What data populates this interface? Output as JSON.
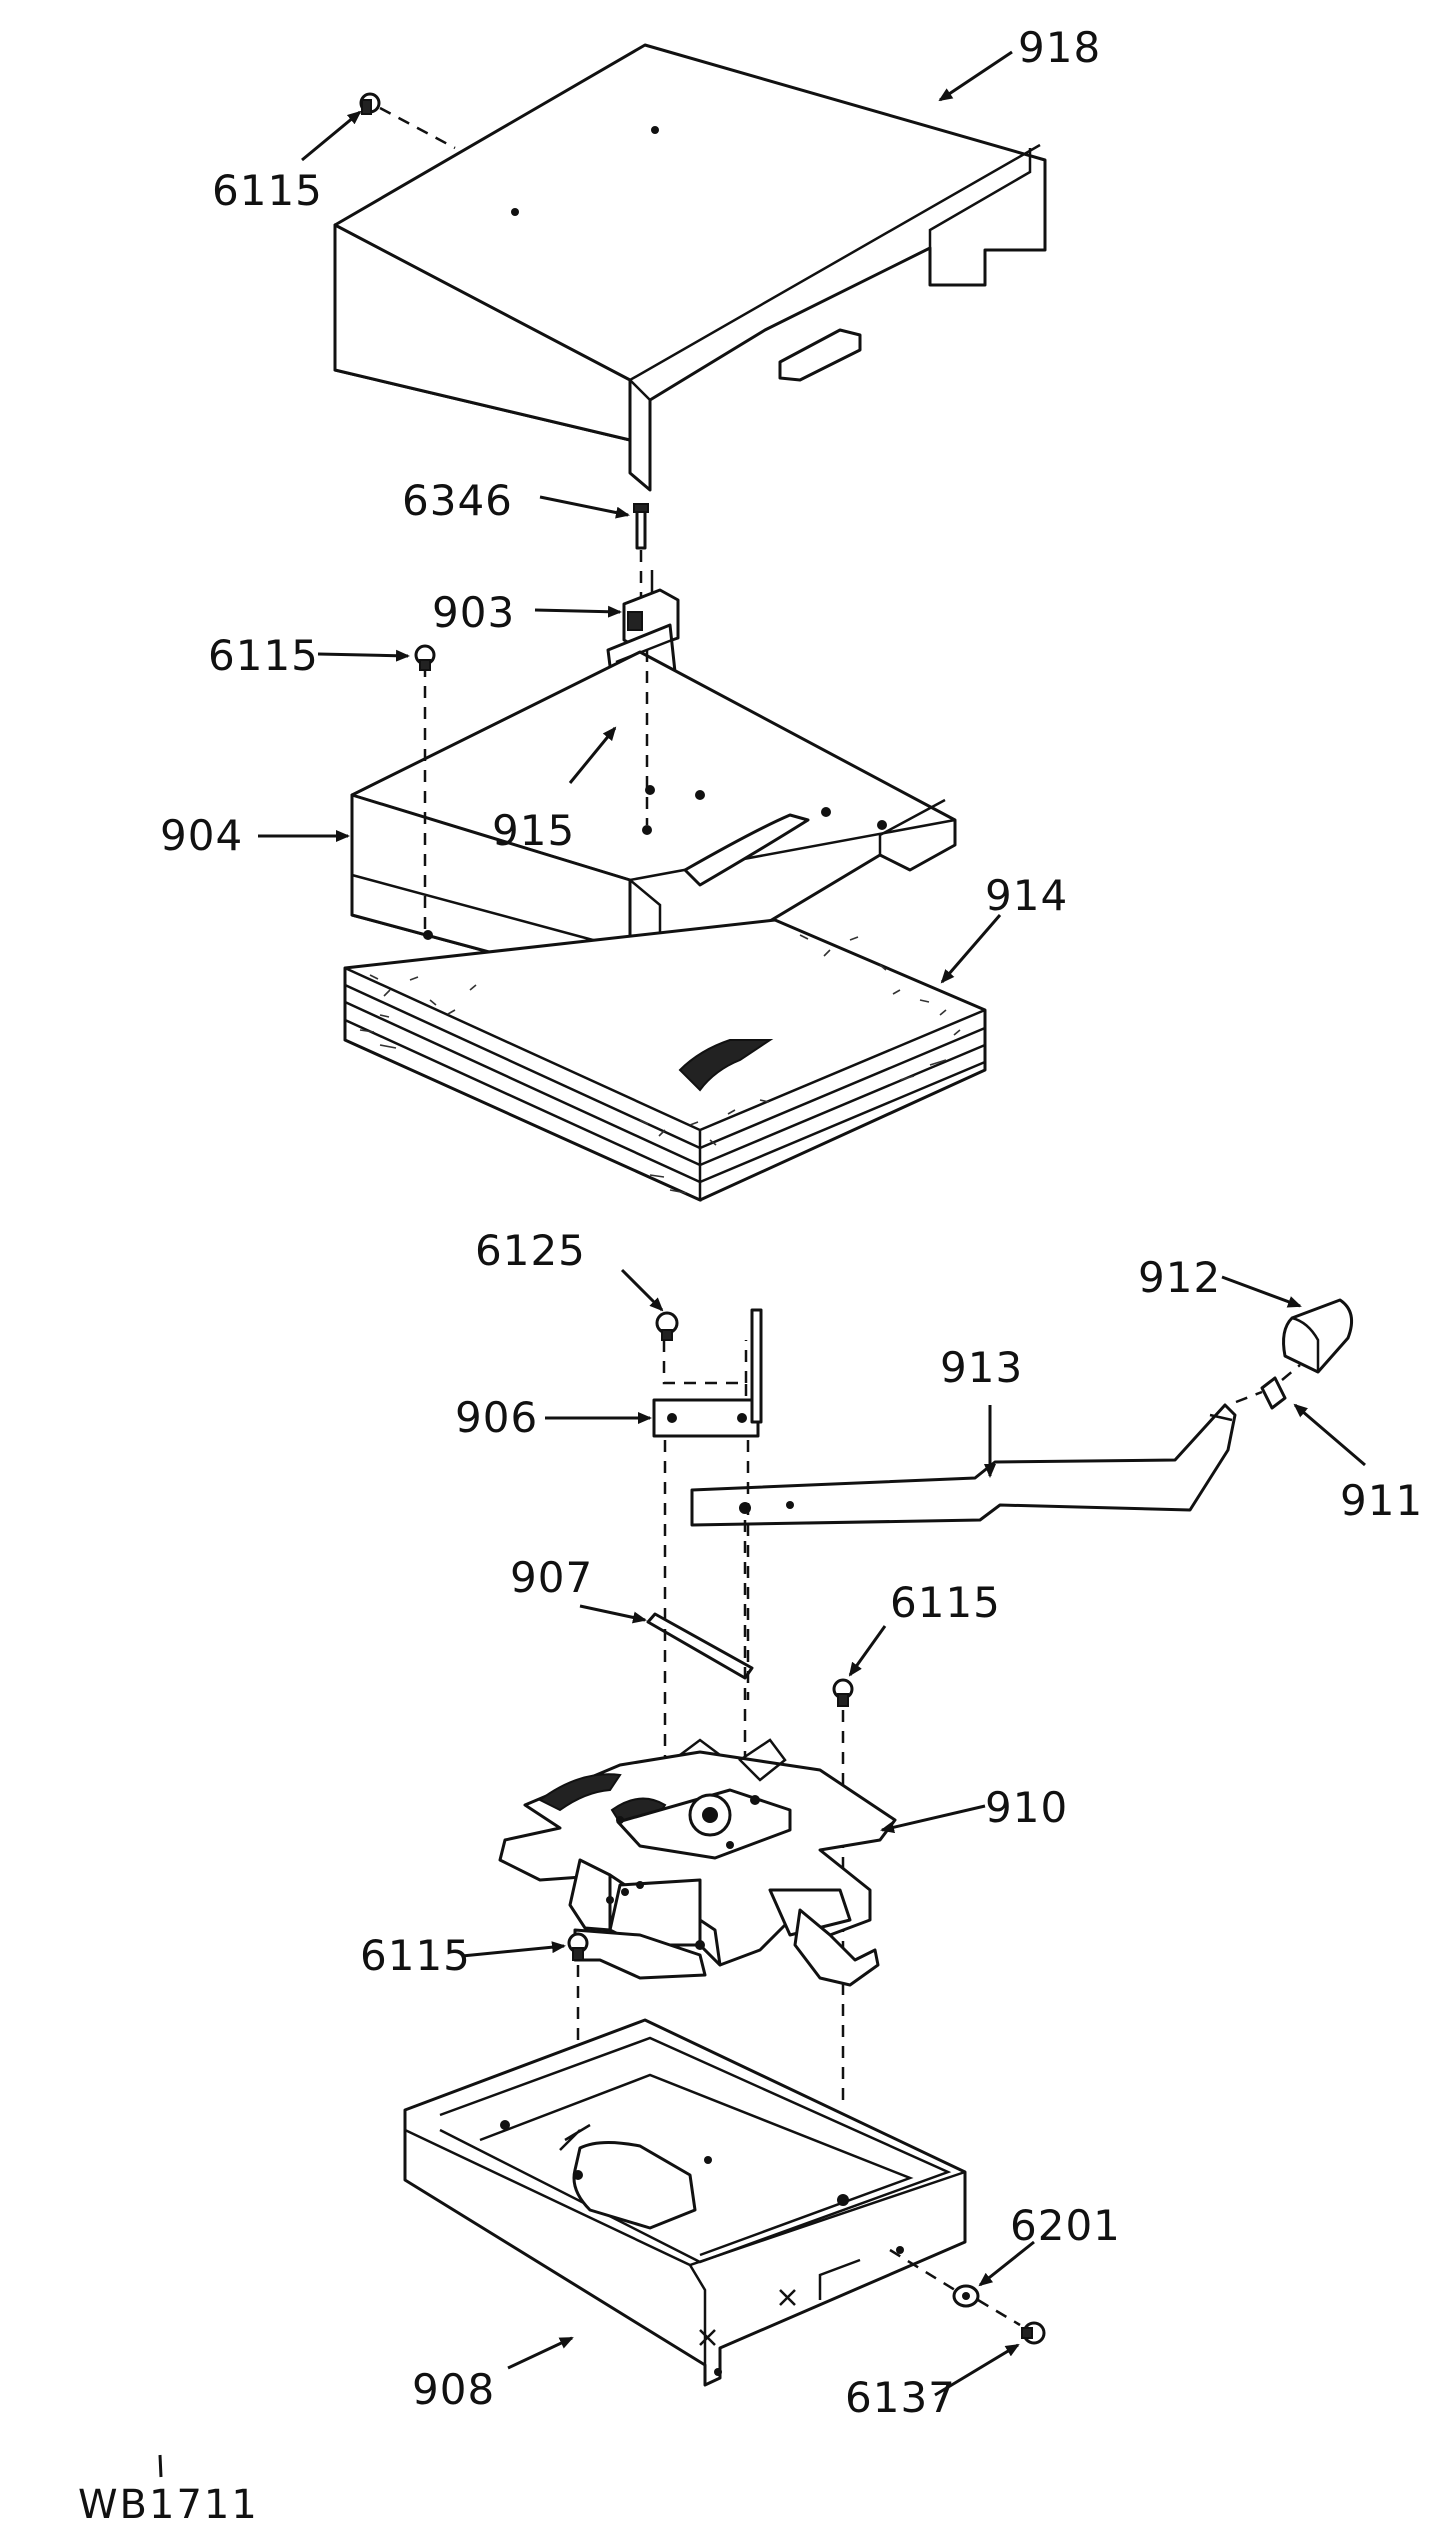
{
  "labels": {
    "l918": "918",
    "l6115_top": "6115",
    "l6346": "6346",
    "l903": "903",
    "l6115_mid": "6115",
    "l904": "904",
    "l915": "915",
    "l914": "914",
    "l6125": "6125",
    "l912": "912",
    "l913": "913",
    "l906": "906",
    "l911": "911",
    "l907": "907",
    "l6115_right": "6115",
    "l910": "910",
    "l6115_low": "6115",
    "l6201": "6201",
    "l908": "908",
    "l6137": "6137"
  },
  "drawing_code": "WB1711"
}
